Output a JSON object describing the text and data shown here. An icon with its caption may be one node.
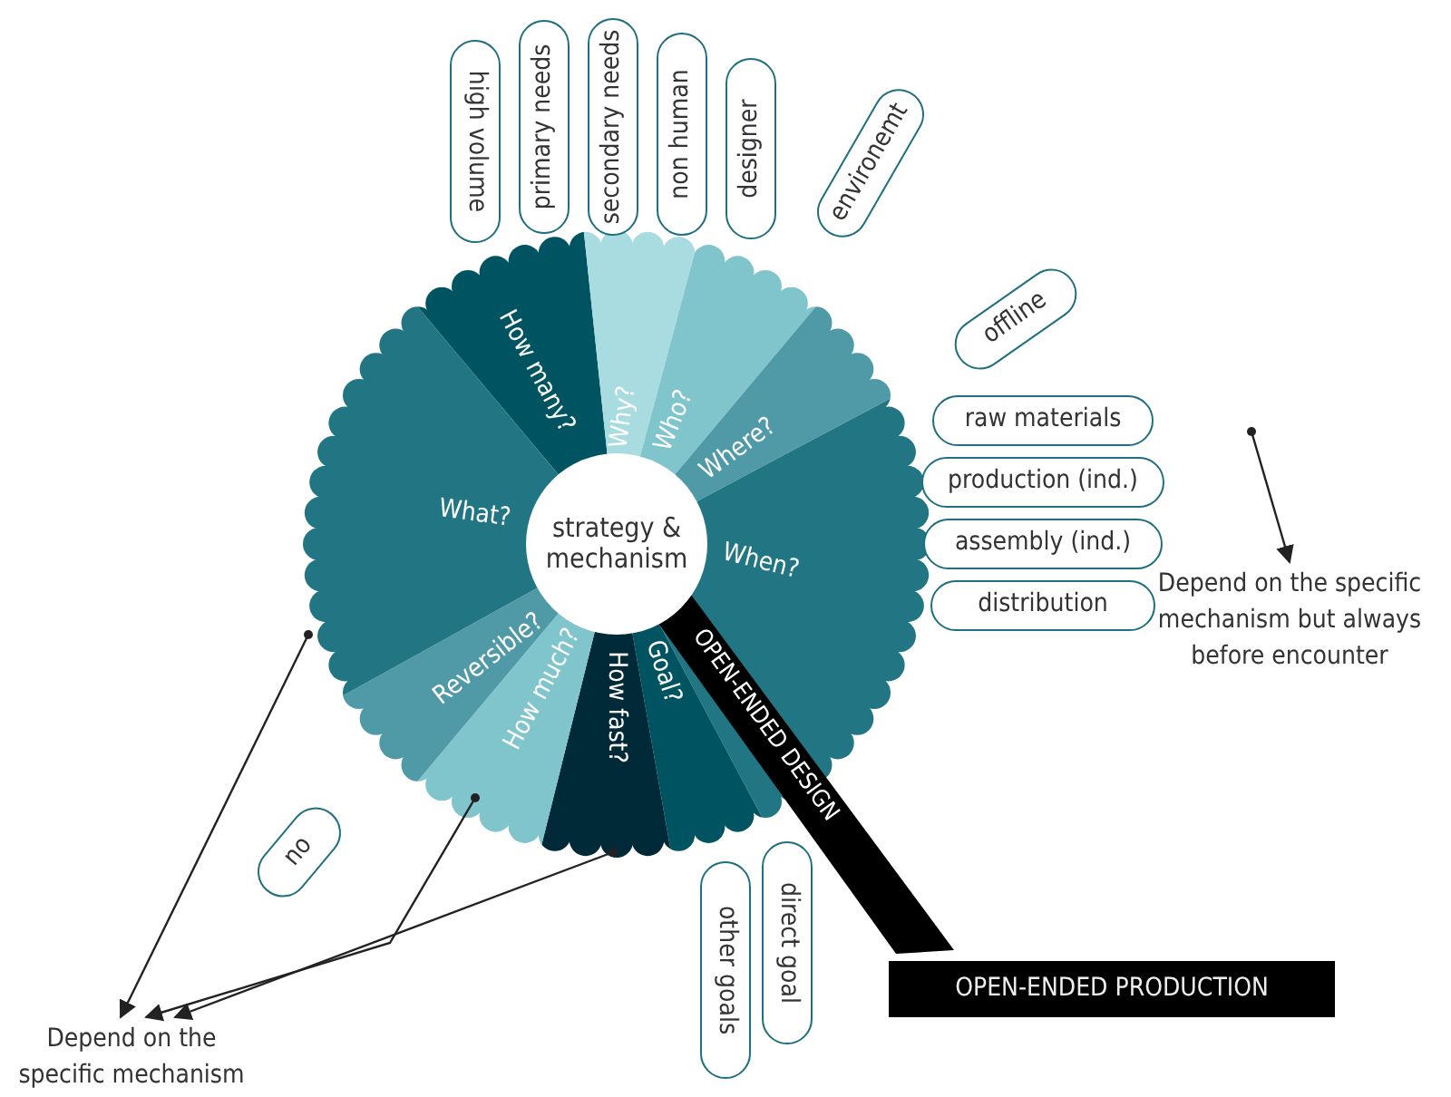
{
  "diagram": {
    "nodes": [
      {
        "text": [
          "strategy & mechanism"
        ]
      },
      {
        "text": [
          "How many?"
        ]
      },
      {
        "text": [
          "Why?"
        ]
      },
      {
        "text": [
          "Who?"
        ]
      },
      {
        "text": [
          "Where?"
        ]
      },
      {
        "text": [
          "When?"
        ]
      },
      {
        "text": [
          "Goal?"
        ]
      },
      {
        "text": [
          "How fast?"
        ]
      },
      {
        "text": [
          "How much?"
        ]
      },
      {
        "text": [
          "Reversible?"
        ]
      },
      {
        "text": [
          "What?"
        ]
      },
      {
        "text": [
          "high volume"
        ]
      },
      {
        "text": [
          "primary needs"
        ]
      },
      {
        "text": [
          "secondary needs"
        ]
      },
      {
        "text": [
          "non human"
        ]
      },
      {
        "text": [
          "designer"
        ]
      },
      {
        "text": [
          "environemt"
        ]
      },
      {
        "text": [
          "offline"
        ]
      },
      {
        "text": [
          "raw materials"
        ]
      },
      {
        "text": [
          "production (ind.)"
        ]
      },
      {
        "text": [
          "assembly (ind.)"
        ]
      },
      {
        "text": [
          "distribution"
        ]
      },
      {
        "text": [
          "direct goal"
        ]
      },
      {
        "text": [
          "other goals"
        ]
      },
      {
        "text": [
          "no"
        ]
      },
      {
        "text": [
          "OPEN-ENDED DESIGN"
        ]
      },
      {
        "text": [
          "OPEN-ENDED PRODUCTION"
        ]
      },
      {
        "text": [
          "Depend on the specific mechanism but always before encounter"
        ]
      },
      {
        "text": [
          "Depend on the specific mechanism"
        ]
      }
    ],
    "edges": [
      {
        "from": null,
        "to": 27,
        "arrow": "to"
      },
      {
        "from": 10,
        "to": 28,
        "arrow": "to"
      },
      {
        "from": 8,
        "to": 28,
        "arrow": "to"
      },
      {
        "from": 7,
        "to": 28,
        "arrow": "to"
      }
    ]
  }
}
